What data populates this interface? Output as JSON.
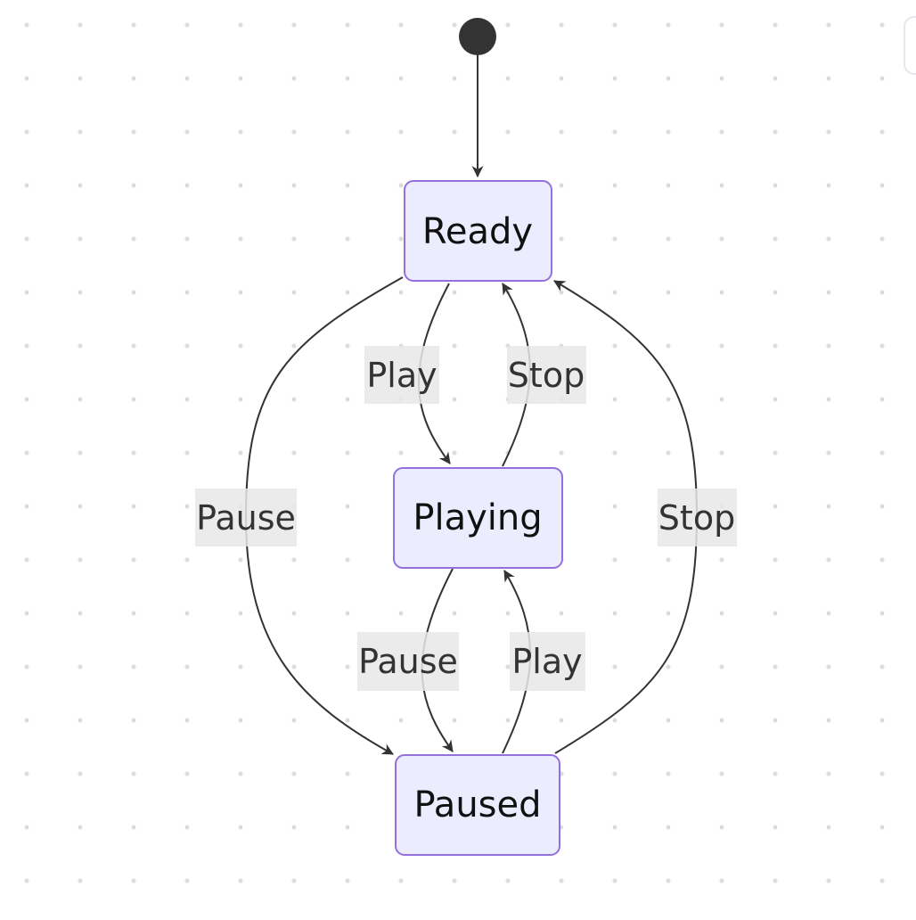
{
  "diagram": {
    "type": "state-diagram",
    "colors": {
      "state_fill": "#ECECFF",
      "state_stroke": "#9370DB",
      "edge": "#333333",
      "label_background": "#e8e8e8",
      "initial_marker": "#333333"
    },
    "states": {
      "ready": "Ready",
      "playing": "Playing",
      "paused": "Paused"
    },
    "transitions": [
      {
        "from": "start",
        "to": "Ready",
        "label": ""
      },
      {
        "from": "Ready",
        "to": "Playing",
        "label": "Play"
      },
      {
        "from": "Playing",
        "to": "Ready",
        "label": "Stop"
      },
      {
        "from": "Ready",
        "to": "Paused",
        "label": "Pause"
      },
      {
        "from": "Paused",
        "to": "Ready",
        "label": "Stop"
      },
      {
        "from": "Playing",
        "to": "Paused",
        "label": "Pause"
      },
      {
        "from": "Paused",
        "to": "Playing",
        "label": "Play"
      }
    ]
  }
}
